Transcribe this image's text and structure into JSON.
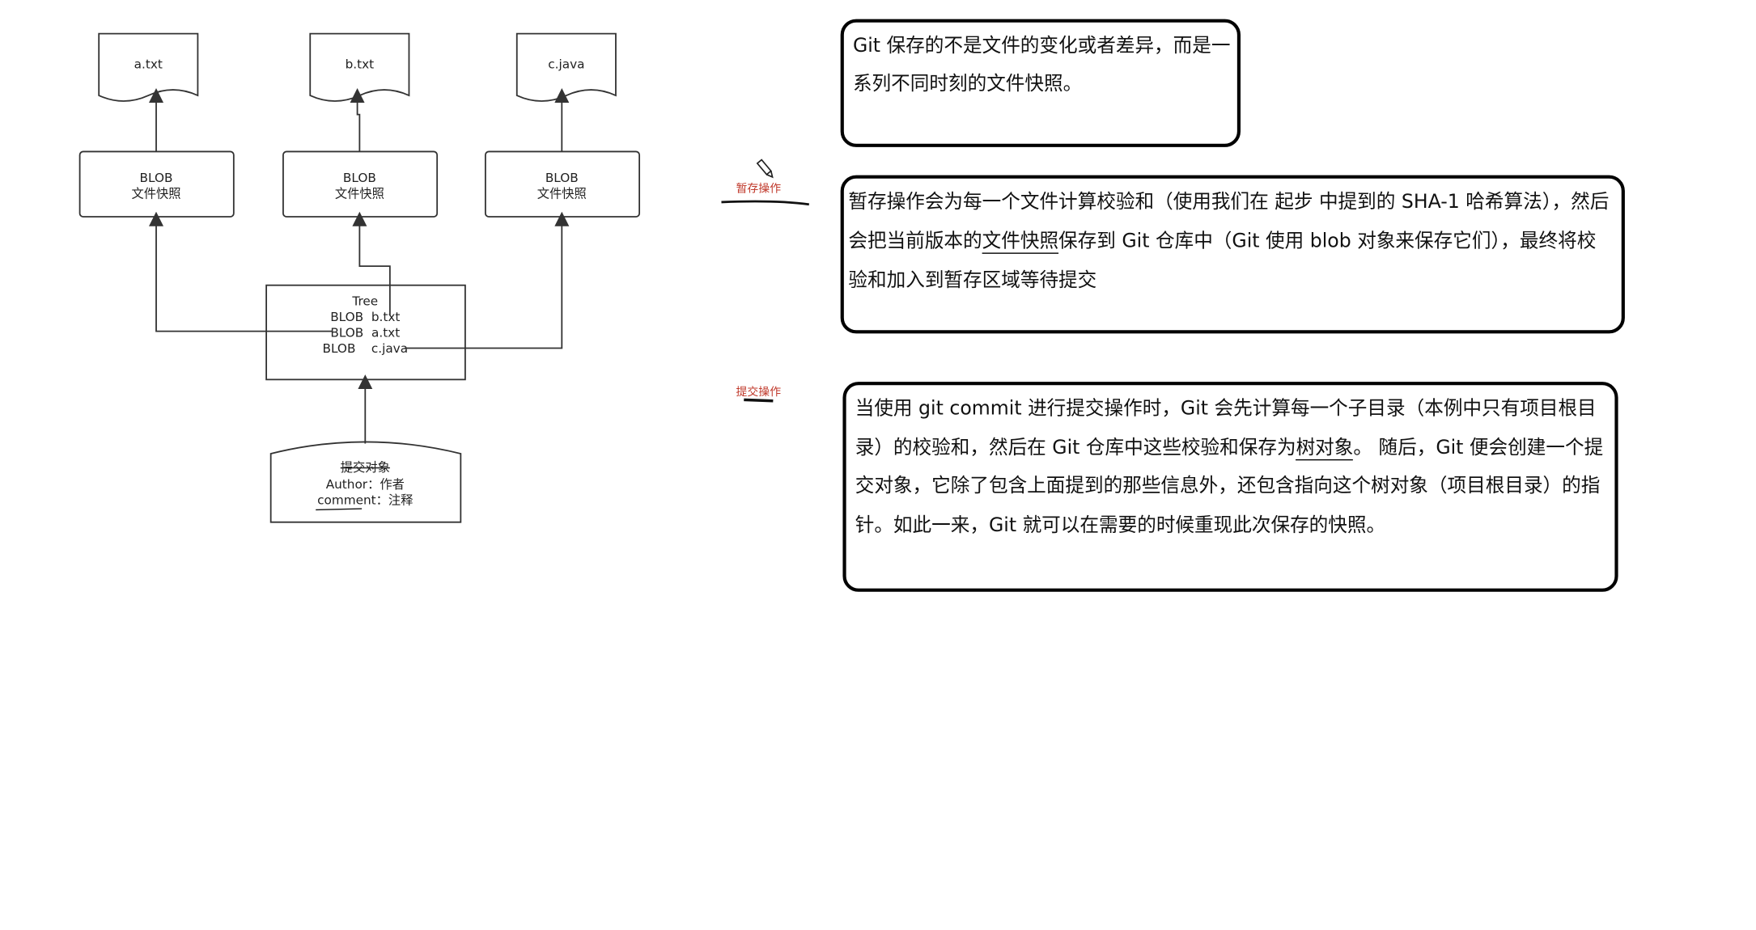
{
  "diagram": {
    "files": [
      {
        "name": "a.txt"
      },
      {
        "name": "b.txt"
      },
      {
        "name": "c.java"
      }
    ],
    "blobs": [
      {
        "line1": "BLOB",
        "line2": "文件快照"
      },
      {
        "line1": "BLOB",
        "line2": "文件快照"
      },
      {
        "line1": "BLOB",
        "line2": "文件快照"
      }
    ],
    "tree": {
      "title": "Tree",
      "rows": [
        "BLOB  b.txt",
        "BLOB  a.txt",
        "BLOB    c.java"
      ]
    },
    "commit": {
      "title": "提交对象",
      "author": "Author：作者",
      "comment": "comment：注释"
    }
  },
  "labels": {
    "stage": "暂存操作",
    "commit": "提交操作"
  },
  "notes": {
    "note1": {
      "part1": "Git 保存的不是文件的变化或者差异，而是一系列不同时刻的文件快照。"
    },
    "note2": {
      "part1": "暂存操作会为每一个文件计算校验和（使用我们在 起步 中提到的 SHA-1 哈希算法），然后会把当前版本的",
      "underlined": "文件快照",
      "part2": "保存到 Git 仓库中（Git 使用 blob 对象来保存它们），最终将校验和加入到暂存区域等待提交"
    },
    "note3": {
      "part1": "当使用 git commit 进行提交操作时，Git 会先计算每一个子目录（本例中只有项目根目录）的校验和，然后在 Git 仓库中这些校验和保存为",
      "underlined": "树对象",
      "part2": "。 随后，Git 便会创建一个提交对象，它除了包含上面提到的那些信息外，还包含指向这个树对象（项目根目录）的指针。如此一来，Git 就可以在需要的时候重现此次保存的快照。"
    }
  },
  "colors": {
    "annotation": "#c0392b",
    "stroke": "#333333"
  }
}
